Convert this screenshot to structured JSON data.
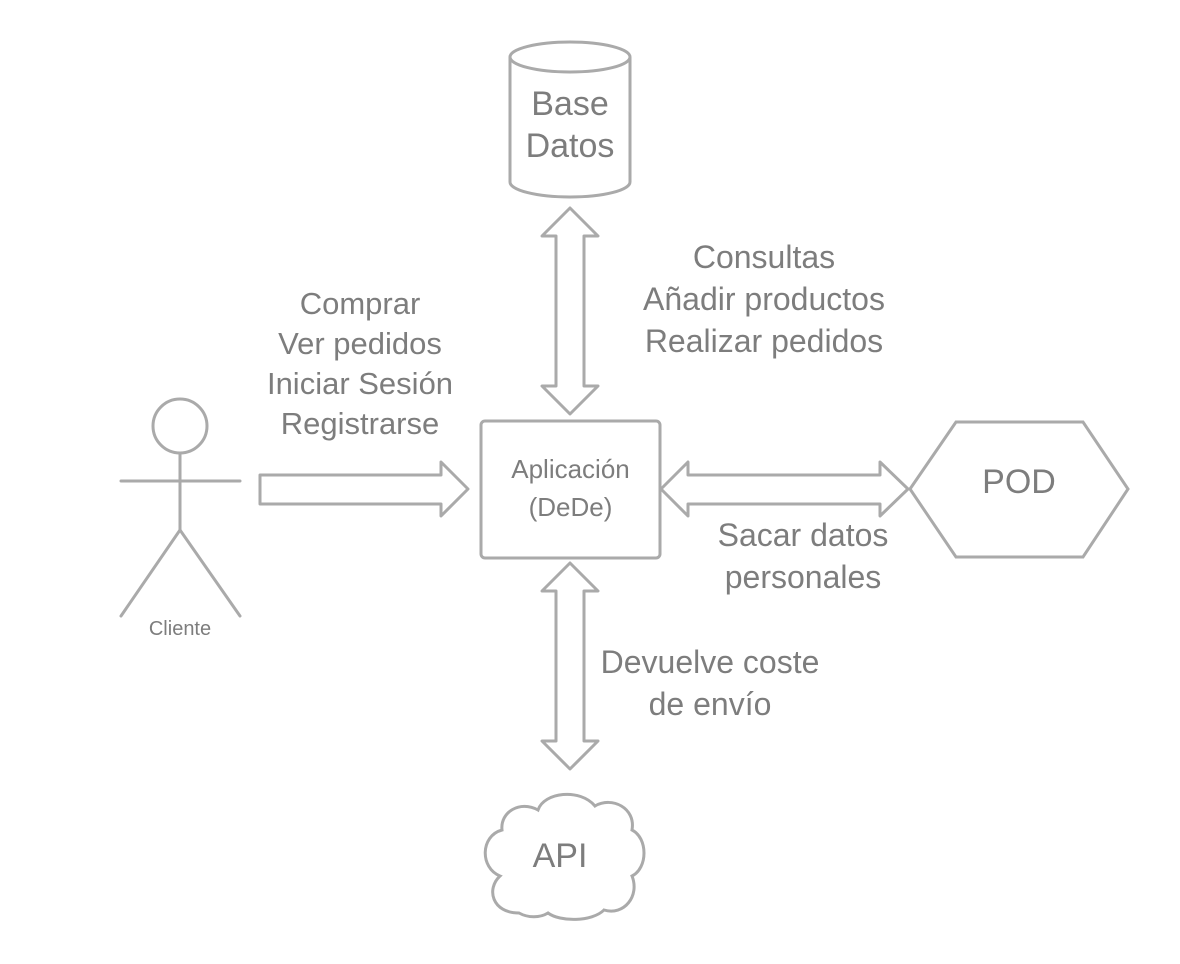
{
  "nodes": {
    "database": {
      "line1": "Base",
      "line2": "Datos"
    },
    "app": {
      "line1": "Aplicación",
      "line2": "(DeDe)"
    },
    "pod": {
      "label": "POD"
    },
    "api": {
      "label": "API"
    },
    "actor": {
      "label": "Cliente"
    }
  },
  "edges": {
    "client_to_app": [
      "Comprar",
      "Ver pedidos",
      "Iniciar Sesión",
      "Registrarse"
    ],
    "app_to_db": [
      "Consultas",
      "Añadir productos",
      "Realizar pedidos"
    ],
    "app_to_pod": [
      "Sacar datos",
      "personales"
    ],
    "app_to_api": [
      "Devuelve coste",
      "de envío"
    ]
  },
  "colors": {
    "stroke": "#aaaaaa",
    "text": "#7d7d7d",
    "background": "#ffffff"
  }
}
